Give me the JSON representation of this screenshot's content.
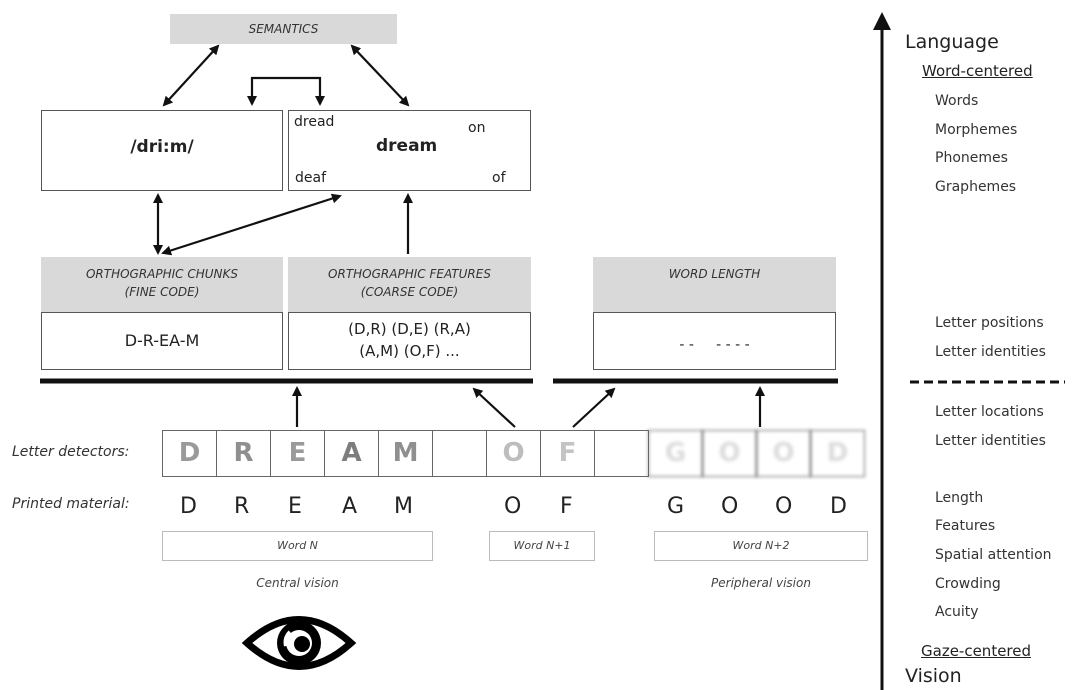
{
  "semantics_label": "SEMANTICS",
  "phonology": {
    "text": "/dri:m/"
  },
  "lexicon": {
    "center": "dream",
    "neighbors": [
      "dread",
      "deaf",
      "on",
      "of"
    ]
  },
  "chunks": {
    "title": "ORTHOGRAPHIC CHUNKS",
    "subtitle": "(FINE CODE)",
    "content": "D-R-EA-M"
  },
  "features": {
    "title": "ORTHOGRAPHIC FEATURES",
    "subtitle": "(COARSE CODE)",
    "line1": "(D,R) (D,E) (R,A)",
    "line2": "(A,M) (O,F) ..."
  },
  "word_length": {
    "title": "WORD LENGTH",
    "dashes": "- -     - - - -"
  },
  "row_labels": {
    "detectors": "Letter detectors:",
    "printed": "Printed material:"
  },
  "detectors": [
    "D",
    "R",
    "E",
    "A",
    "M",
    "",
    "O",
    "F",
    "",
    "G",
    "O",
    "O",
    "D"
  ],
  "printed": {
    "word_n": [
      "D",
      "R",
      "E",
      "A",
      "M"
    ],
    "word_n1": [
      "O",
      "F"
    ],
    "word_n2": [
      "G",
      "O",
      "O",
      "D"
    ]
  },
  "word_labels": [
    "Word N",
    "Word N+1",
    "Word N+2"
  ],
  "vision_labels": {
    "central": "Central vision",
    "peripheral": "Peripheral vision"
  },
  "axis": {
    "top": "Language",
    "bottom": "Vision",
    "word_centered": "Word-centered",
    "gaze_centered": "Gaze-centered",
    "word_items": [
      "Words",
      "Morphemes",
      "Phonemes",
      "Graphemes"
    ],
    "mid_items": [
      "Letter positions",
      "Letter identities"
    ],
    "gaze_items": [
      "Letter locations",
      "Letter identities"
    ],
    "low_items": [
      "Length",
      "Features",
      "Spatial attention",
      "Crowding",
      "Acuity"
    ]
  },
  "icons": [
    "eye-icon"
  ]
}
